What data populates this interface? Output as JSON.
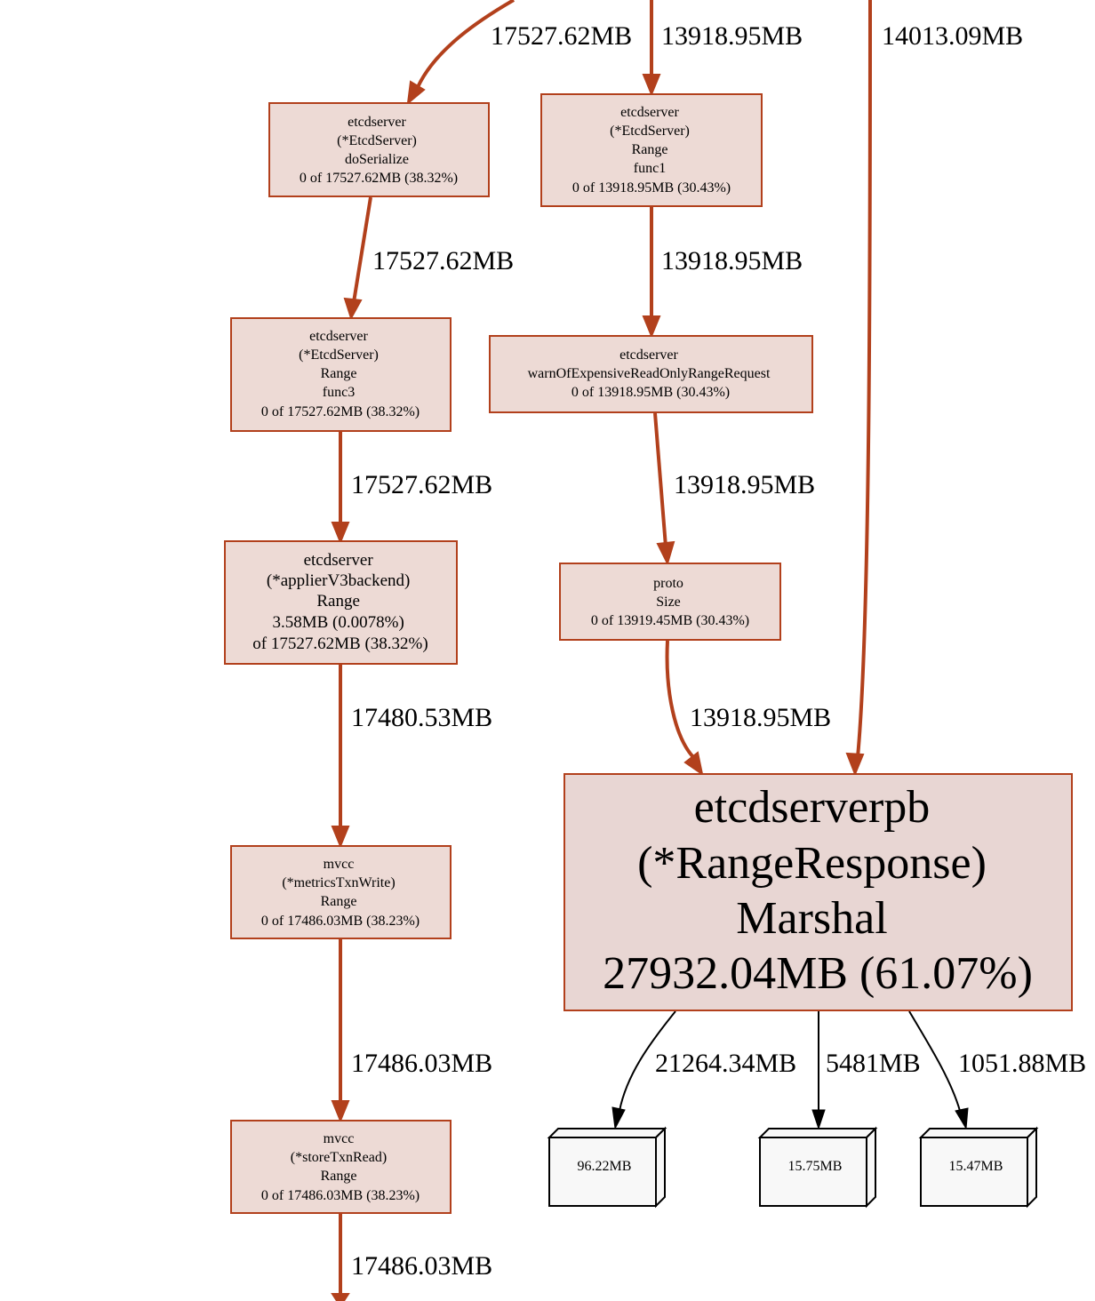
{
  "colors": {
    "hot_edge": "#b2401c",
    "hot_node_fill": "#eddad5",
    "hot_node_stroke": "#b2401c",
    "main_node_fill": "#e8d6d3",
    "leaf_fill": "#f8f8f8",
    "leaf_stroke": "#000000",
    "cold_edge": "#000000"
  },
  "nodes": {
    "do_serialize": {
      "lines": [
        "etcdserver",
        "(*EtcdServer)",
        "doSerialize",
        "0 of 17527.62MB (38.32%)"
      ]
    },
    "range_func1": {
      "lines": [
        "etcdserver",
        "(*EtcdServer)",
        "Range",
        "func1",
        "0 of 13918.95MB (30.43%)"
      ]
    },
    "range_func3": {
      "lines": [
        "etcdserver",
        "(*EtcdServer)",
        "Range",
        "func3",
        "0 of 17527.62MB (38.32%)"
      ]
    },
    "warn_expensive": {
      "lines": [
        "etcdserver",
        "warnOfExpensiveReadOnlyRangeRequest",
        "0 of 13918.95MB (30.43%)"
      ]
    },
    "applier_range": {
      "lines": [
        "etcdserver",
        "(*applierV3backend)",
        "Range",
        "3.58MB (0.0078%)",
        "of 17527.62MB (38.32%)"
      ]
    },
    "proto_size": {
      "lines": [
        "proto",
        "Size",
        "0 of 13919.45MB (30.43%)"
      ]
    },
    "marshal": {
      "lines": [
        "etcdserverpb",
        "(*RangeResponse)",
        "Marshal",
        "27932.04MB (61.07%)"
      ]
    },
    "metrics_txn_write": {
      "lines": [
        "mvcc",
        "(*metricsTxnWrite)",
        "Range",
        "0 of 17486.03MB (38.23%)"
      ]
    },
    "store_txn_read": {
      "lines": [
        "mvcc",
        "(*storeTxnRead)",
        "Range",
        "0 of 17486.03MB (38.23%)"
      ]
    },
    "leaf_1": {
      "lines": [
        "96.22MB"
      ]
    },
    "leaf_2": {
      "lines": [
        "15.75MB"
      ]
    },
    "leaf_3": {
      "lines": [
        "15.47MB"
      ]
    }
  },
  "edges": {
    "in_do_serialize": "17527.62MB",
    "in_range_func1": "13918.95MB",
    "in_marshal_direct": "14013.09MB",
    "do_serialize_to_func3": "17527.62MB",
    "func1_to_warn": "13918.95MB",
    "func3_to_applier": "17527.62MB",
    "warn_to_proto": "13918.95MB",
    "applier_to_metrics": "17480.53MB",
    "proto_to_marshal": "13918.95MB",
    "metrics_to_store": "17486.03MB",
    "store_out": "17486.03MB",
    "marshal_to_leaf1": "21264.34MB",
    "marshal_to_leaf2": "5481MB",
    "marshal_to_leaf3": "1051.88MB"
  }
}
